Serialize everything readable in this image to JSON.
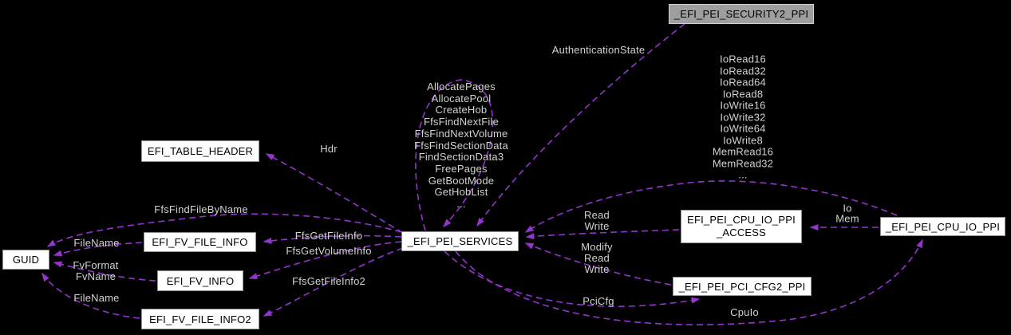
{
  "diagram": {
    "title": "EFI PEI collaboration graph",
    "background_color": "#000000",
    "edge_color": "#9334cd",
    "edge_label_color": "#d2d2d2",
    "highlight_node_fill": "#9e9e9e",
    "node_fill": "#ffffff",
    "nodes": {
      "security2": {
        "label": "_EFI_PEI_SECURITY2_PPI",
        "highlighted": true
      },
      "table_header": {
        "label": "EFI_TABLE_HEADER",
        "highlighted": false
      },
      "services": {
        "label": "_EFI_PEI_SERVICES",
        "highlighted": false
      },
      "guid": {
        "label": "GUID",
        "highlighted": false
      },
      "fv_file_info": {
        "label": "EFI_FV_FILE_INFO",
        "highlighted": false
      },
      "fv_info": {
        "label": "EFI_FV_INFO",
        "highlighted": false
      },
      "fv_file_info2": {
        "label": "EFI_FV_FILE_INFO2",
        "highlighted": false
      },
      "cpu_io_access": {
        "label": [
          "EFI_PEI_CPU_IO_PPI",
          "_ACCESS"
        ],
        "highlighted": false
      },
      "cpu_io": {
        "label": "_EFI_PEI_CPU_IO_PPI",
        "highlighted": false
      },
      "pci_cfg2": {
        "label": "_EFI_PEI_PCI_CFG2_PPI",
        "highlighted": false
      }
    },
    "edge_labels": {
      "hdr": "Hdr",
      "authentication_state": "AuthenticationState",
      "services_self_members": [
        "AllocatePages",
        "AllocatePool",
        "CreateHob",
        "FfsFindNextFile",
        "FfsFindNextVolume",
        "FfsFindSectionData",
        "FindSectionData3",
        "FreePages",
        "GetBootMode",
        "GetHobList",
        "..."
      ],
      "cpu_io_members": [
        "IoRead16",
        "IoRead32",
        "IoRead64",
        "IoRead8",
        "IoWrite16",
        "IoWrite32",
        "IoWrite64",
        "IoWrite8",
        "MemRead16",
        "MemRead32",
        "..."
      ],
      "ffs_find_file_by_name": "FfsFindFileByName",
      "file_name_top": "FileName",
      "fv_format_fv_name": [
        "FvFormat",
        "FvName"
      ],
      "file_name_bottom": "FileName",
      "ffs_get_file_info": "FfsGetFileInfo",
      "ffs_get_volume_info": "FfsGetVolumeInfo",
      "ffs_get_file_info2": "FfsGetFileInfo2",
      "read_write": [
        "Read",
        "Write"
      ],
      "modify_read_write": [
        "Modify",
        "Read",
        "Write"
      ],
      "io_mem": [
        "Io",
        "Mem"
      ],
      "pci_cfg": "PciCfg",
      "cpu_io_member": "CpuIo"
    }
  }
}
